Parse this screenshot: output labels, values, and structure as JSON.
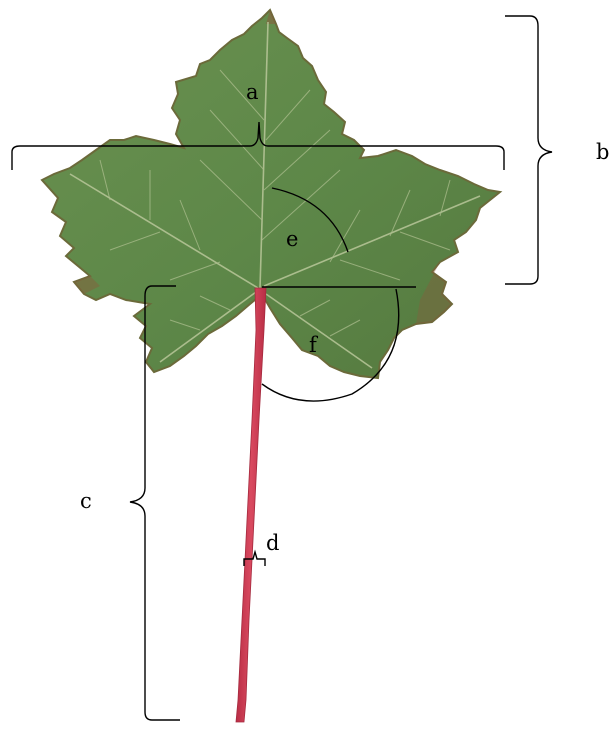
{
  "labels": {
    "a": "a",
    "b": "b",
    "c": "c",
    "d": "d",
    "e": "e",
    "f": "f"
  },
  "colors": {
    "leaf_fill": "#5f8a4a",
    "leaf_edge": "#6b6a3a",
    "leaf_blush": "#8b5a3c",
    "vein": "#b9c79a",
    "petiole": "#cc3a52",
    "annotation": "#000000",
    "background": "#ffffff"
  }
}
